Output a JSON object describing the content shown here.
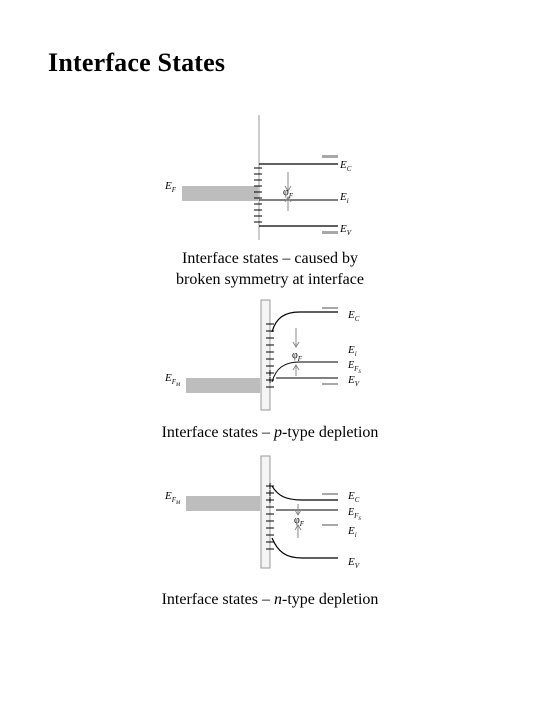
{
  "slide": {
    "title": "Interface States"
  },
  "diagrams": [
    {
      "labels": {
        "ef": "E",
        "ef_sub": "F",
        "ec": "E",
        "ec_sub": "C",
        "ei": "E",
        "ei_sub": "i",
        "ev": "E",
        "ev_sub": "V",
        "phi": "φ",
        "phi_sub": "F"
      },
      "caption_line1": "Interface states – caused by",
      "caption_line2": "broken symmetry at interface"
    },
    {
      "labels": {
        "ef": "E",
        "ef_sub": "F",
        "ef_subsub": "M",
        "ec": "E",
        "ec_sub": "C",
        "ei": "E",
        "ei_sub": "i",
        "efs": "E",
        "efs_sub": "F",
        "efs_subsub": "S",
        "ev": "E",
        "ev_sub": "V",
        "phi": "φ",
        "phi_sub": "F"
      },
      "caption_prefix": "Interface states – ",
      "caption_italic": "p",
      "caption_suffix": "-type depletion"
    },
    {
      "labels": {
        "ef": "E",
        "ef_sub": "F",
        "ef_subsub": "M",
        "ec": "E",
        "ec_sub": "C",
        "efs": "E",
        "efs_sub": "F",
        "efs_subsub": "S",
        "ei": "E",
        "ei_sub": "i",
        "ev": "E",
        "ev_sub": "V",
        "phi": "φ",
        "phi_sub": "F"
      },
      "caption_prefix": "Interface states – ",
      "caption_italic": "n",
      "caption_suffix": "-type depletion"
    }
  ],
  "colors": {
    "metal_fill": "#bdbdbd",
    "line": "#000000",
    "arrow": "#8a8a8a",
    "short_bars": "#a8a8a8"
  }
}
